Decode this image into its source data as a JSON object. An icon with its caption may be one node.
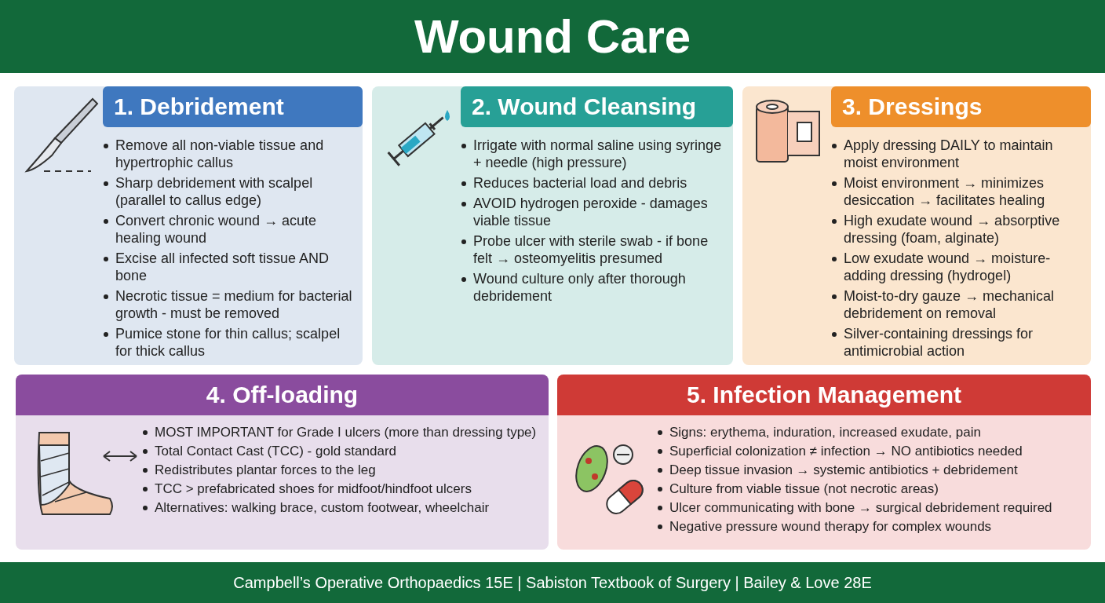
{
  "diagram": {
    "title": "Wound Care",
    "nodes": [
      {
        "text": [
          "1. Debridement",
          "Remove all non-viable tissue and hypertrophic callus",
          "Sharp debridement with scalpel (parallel to callus edge)",
          "Convert chronic wound → acute healing wound",
          "Excise all infected soft tissue AND bone",
          "Necrotic tissue = medium for bacterial growth - must be removed",
          "Pumice stone for thin callus; scalpel for thick callus"
        ]
      },
      {
        "text": [
          "2. Wound Cleansing",
          "Irrigate with normal saline using syringe + needle (high pressure)",
          "Reduces bacterial load and debris",
          "AVOID hydrogen peroxide - damages viable tissue",
          "Probe ulcer with sterile swab - if bone felt → osteomyelitis presumed",
          "Wound culture only after thorough debridement"
        ]
      },
      {
        "text": [
          "3. Dressings",
          "Apply dressing DAILY to maintain moist environment",
          "Moist environment → minimizes desiccation → facilitates healing",
          "High exudate wound → absorptive dressing (foam, alginate)",
          "Low exudate wound → moisture-adding dressing (hydrogel)",
          "Moist-to-dry gauze → mechanical debridement on removal",
          "Silver-containing dressings for antimicrobial action"
        ]
      },
      {
        "text": [
          "4. Off-loading",
          "MOST IMPORTANT for Grade I ulcers (more than dressing type)",
          "Total Contact Cast (TCC) - gold standard",
          "Redistributes plantar forces to the leg",
          "TCC > prefabricated shoes for midfoot/hindfoot ulcers",
          "Alternatives: walking brace, custom footwear, wheelchair"
        ]
      },
      {
        "text": [
          "5. Infection Management",
          "Signs: erythema, induration, increased exudate, pain",
          "Superficial colonization ≠ infection → NO antibiotics needed",
          "Deep tissue invasion → systemic antibiotics + debridement",
          "Culture from viable tissue (not necrotic areas)",
          "Ulcer communicating with bone → surgical debridement required",
          "Negative pressure wound therapy for complex wounds"
        ]
      }
    ],
    "caption": "Campbell’s Operative Orthopaedics 15E | Sabiston Textbook of Surgery | Bailey & Love 28E"
  }
}
